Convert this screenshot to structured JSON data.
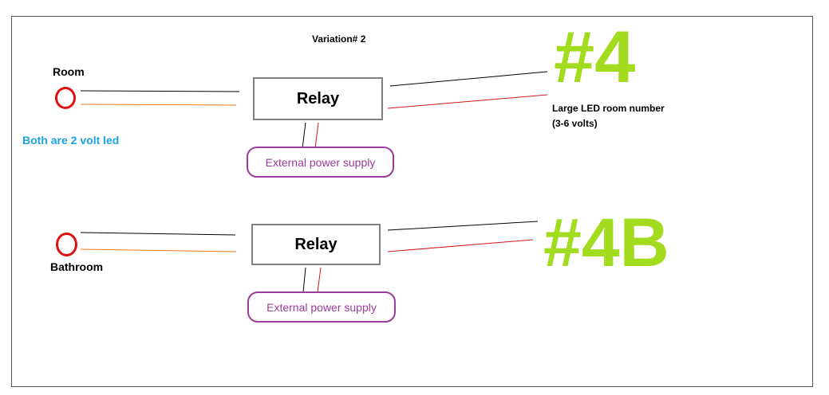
{
  "title": "Variation# 2",
  "note": "Both are 2 volt led",
  "colors": {
    "note": "#1aa3e0",
    "big_number": "#a3dc1e",
    "power_supply": "#9b3b9b",
    "led": "#e01010",
    "wire_black": "#000000",
    "wire_orange": "#f07818",
    "wire_red": "#d01818",
    "relay_border": "#808080"
  },
  "circuits": [
    {
      "led_label": "Room",
      "relay_label": "Relay",
      "power_supply_label": "External power supply",
      "display_number": "#4",
      "display_caption_1": "Large LED room number",
      "display_caption_2": "(3-6 volts)"
    },
    {
      "led_label": "Bathroom",
      "relay_label": "Relay",
      "power_supply_label": "External power supply",
      "display_number": "#4B"
    }
  ]
}
